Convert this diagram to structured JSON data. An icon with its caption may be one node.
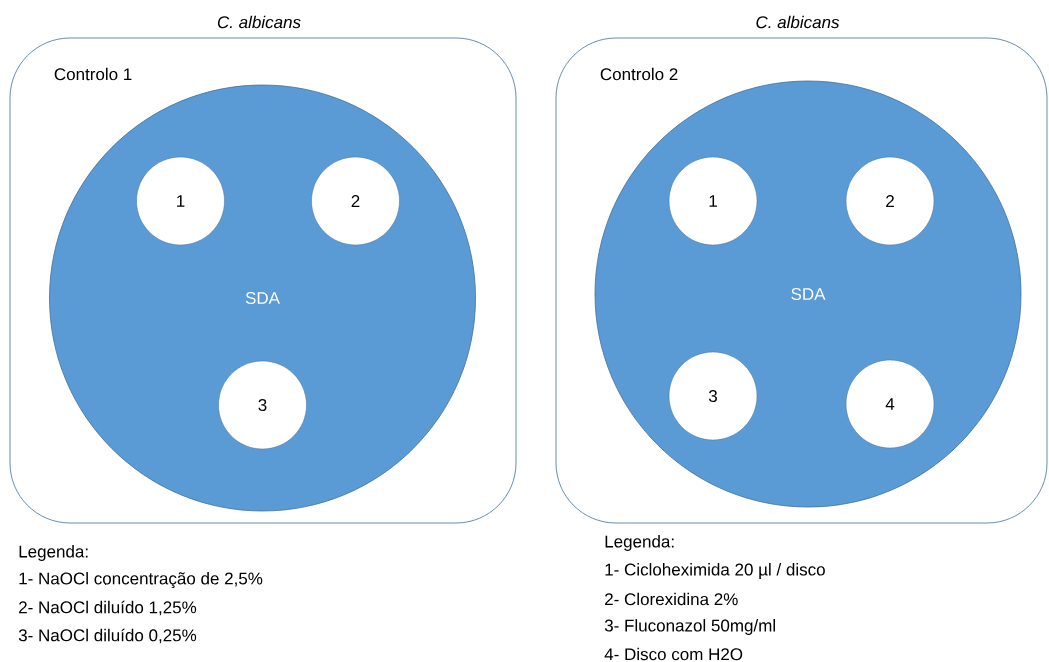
{
  "diagram": {
    "nodes": [
      {
        "text": [
          "C. albicans",
          "Controlo 1"
        ]
      },
      {
        "text": [
          "SDA"
        ],
        "in": 0
      },
      {
        "text": [
          "1"
        ],
        "in": 1
      },
      {
        "text": [
          "2"
        ],
        "in": 1
      },
      {
        "text": [
          "3"
        ],
        "in": 1
      },
      {
        "text": [
          "C. albicans",
          "Controlo 2"
        ]
      },
      {
        "text": [
          "SDA"
        ],
        "in": 5
      },
      {
        "text": [
          "1"
        ],
        "in": 6
      },
      {
        "text": [
          "2"
        ],
        "in": 6
      },
      {
        "text": [
          "3"
        ],
        "in": 6
      },
      {
        "text": [
          "4"
        ],
        "in": 6
      }
    ],
    "labels": [
      "Legenda:",
      "1- NaOCl concentração de 2,5%",
      "2- NaOCl diluído 1,25%",
      "3- NaOCl diluído 0,25%",
      "Legenda:",
      "1- Cicloheximida 20 µl / disco",
      "2- Clorexidina 2%",
      "3- Fluconazol 50mg/ml",
      "4- Disco com H2O"
    ]
  }
}
